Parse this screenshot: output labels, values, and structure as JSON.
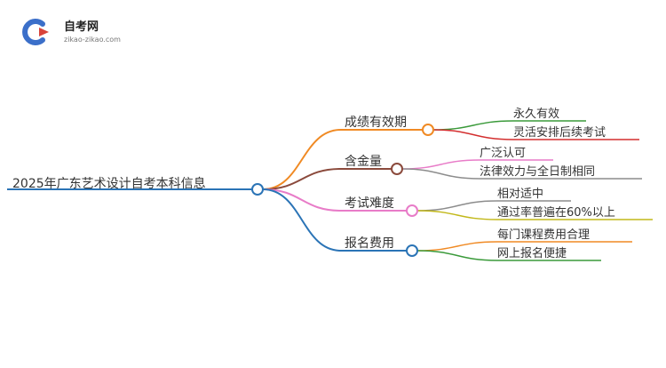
{
  "logo": {
    "brand": "自考网",
    "domain": "zikao-zikao.com",
    "colors": {
      "blue": "#3b6fc9",
      "red": "#d8433a"
    }
  },
  "mindmap": {
    "root": {
      "label": "2025年广东艺术设计自考本科信息",
      "color": "#2b74b6"
    },
    "branches": [
      {
        "label": "成绩有效期",
        "color": "#f08a24",
        "leaves": [
          {
            "label": "永久有效",
            "color": "#3a9a3a"
          },
          {
            "label": "灵活安排后续考试",
            "color": "#d32f2f"
          }
        ]
      },
      {
        "label": "含金量",
        "color": "#8b4a3c",
        "leaves": [
          {
            "label": "广泛认可",
            "color": "#e87cc8"
          },
          {
            "label": "法律效力与全日制相同",
            "color": "#8c8c8c"
          }
        ]
      },
      {
        "label": "考试难度",
        "color": "#e87cc8",
        "leaves": [
          {
            "label": "相对适中",
            "color": "#8c8c8c"
          },
          {
            "label": "通过率普遍在60%以上",
            "color": "#c2b81a"
          }
        ]
      },
      {
        "label": "报名费用",
        "color": "#2b74b6",
        "leaves": [
          {
            "label": "每门课程费用合理",
            "color": "#f08a24"
          },
          {
            "label": "网上报名便捷",
            "color": "#3a9a3a"
          }
        ]
      }
    ]
  }
}
